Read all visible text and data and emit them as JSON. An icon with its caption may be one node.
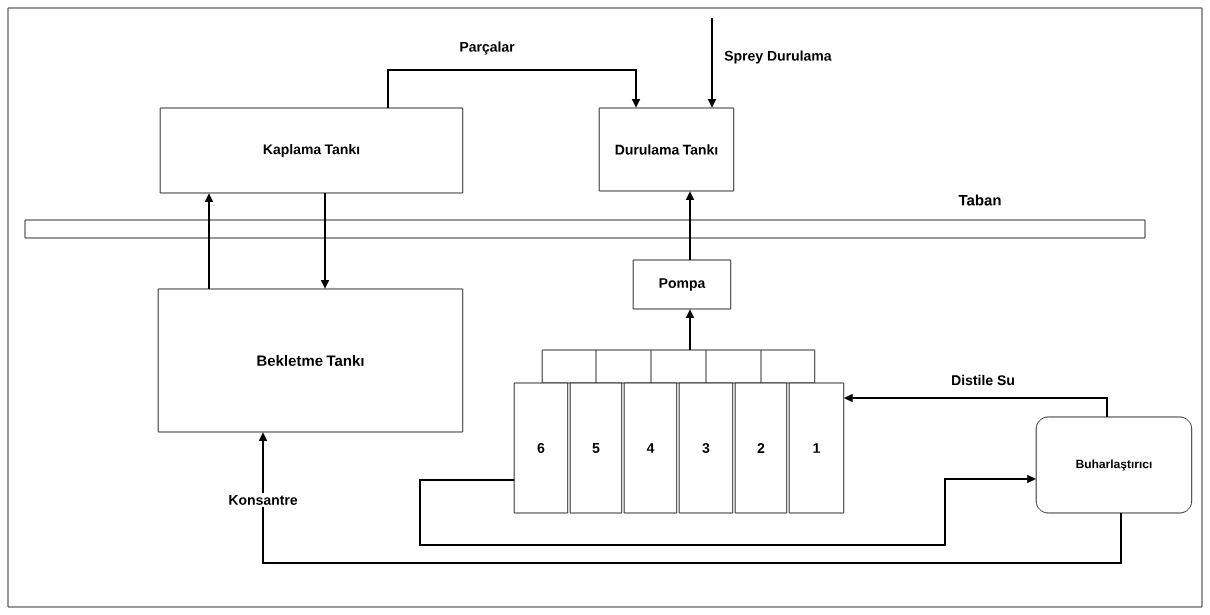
{
  "diagram": {
    "nodes": [
      {
        "text": [
          "Kaplama  Tankı"
        ]
      },
      {
        "text": [
          "Durulama Tankı"
        ]
      },
      {
        "text": [
          "Pompa"
        ]
      },
      {
        "text": [
          "Bekletme Tankı"
        ]
      },
      {
        "text": [],
        "shape": "box"
      },
      {
        "text": [
          "6"
        ]
      },
      {
        "text": [
          "5"
        ]
      },
      {
        "text": [
          "4"
        ]
      },
      {
        "text": [
          "3"
        ]
      },
      {
        "text": [
          "2"
        ]
      },
      {
        "text": [
          "1"
        ]
      },
      {
        "text": [
          "Buharlaştırıcı"
        ]
      }
    ],
    "edges": [
      {
        "from": 0,
        "to": 1,
        "arrow": "to",
        "label": "Parçalar"
      },
      {
        "from": null,
        "to": 1,
        "arrow": "to",
        "label": "Sprey Durulama"
      },
      {
        "from": 3,
        "to": 0,
        "arrow": "to"
      },
      {
        "from": 0,
        "to": 3,
        "arrow": "to"
      },
      {
        "from": 2,
        "to": 1,
        "arrow": "to"
      },
      {
        "from": 4,
        "to": 2,
        "arrow": "to"
      },
      {
        "from": 11,
        "to": 10,
        "arrow": "to",
        "label": "Distile Su"
      },
      {
        "from": 5,
        "to": 11,
        "arrow": "to"
      },
      {
        "from": 11,
        "to": 3,
        "arrow": "to",
        "label": "Konsantre"
      }
    ],
    "labels": [
      "Taban"
    ]
  }
}
